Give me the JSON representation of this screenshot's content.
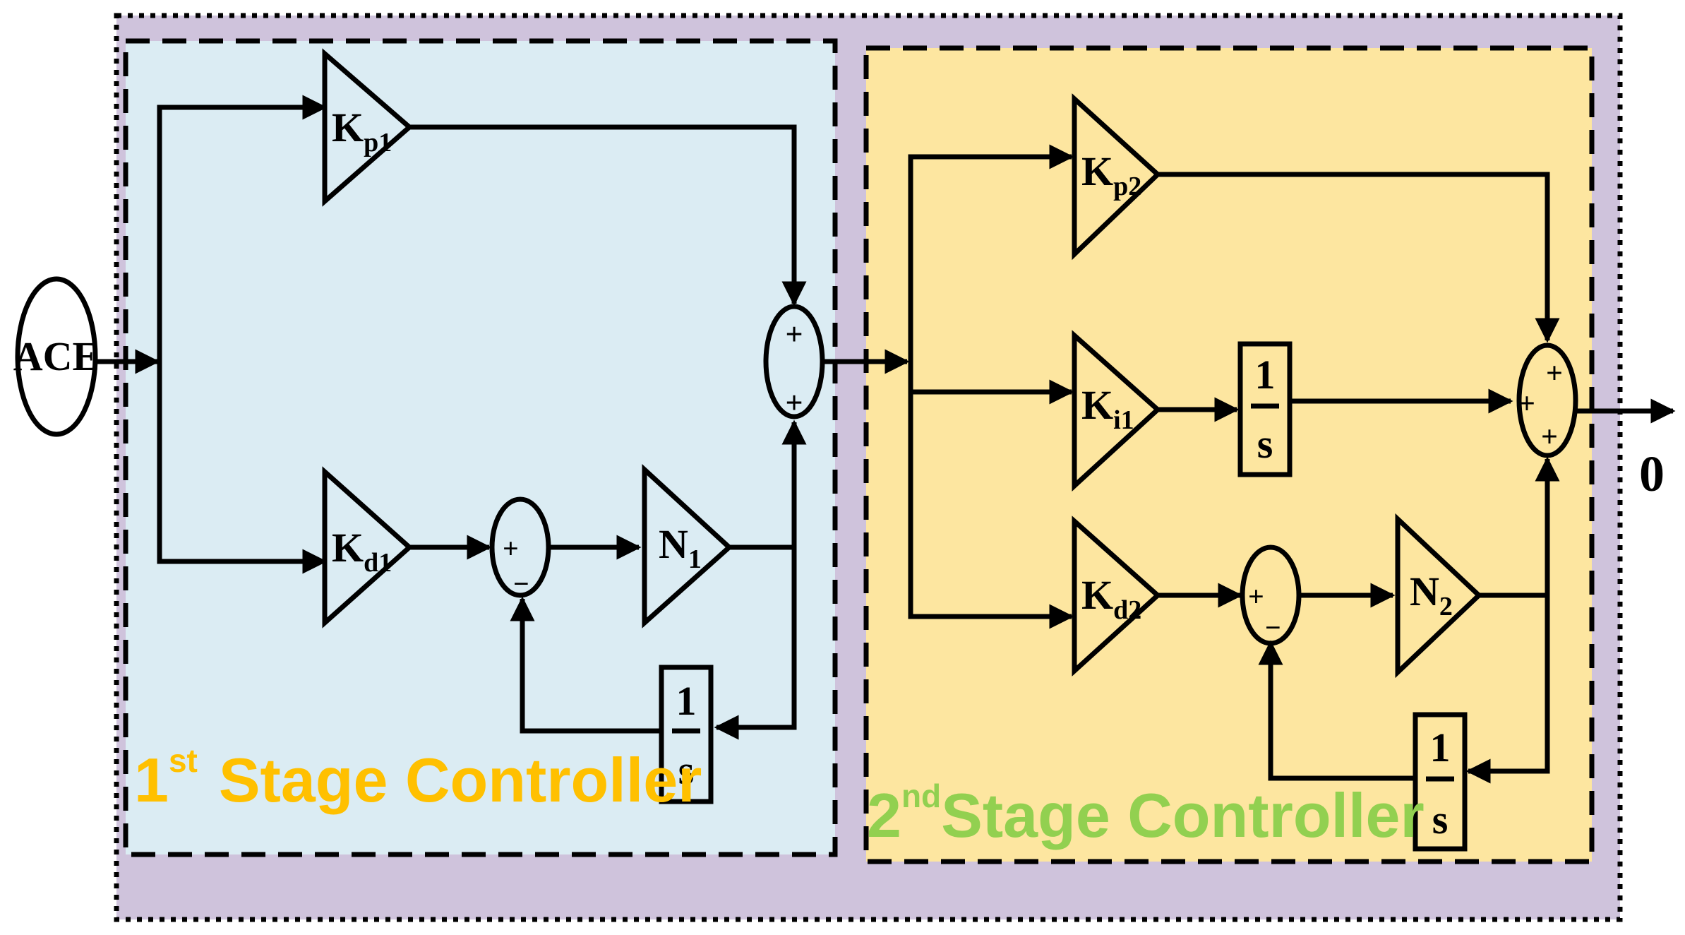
{
  "colors": {
    "outer_fill": "#cfc3dc",
    "stage1_fill": "#dbecf3",
    "stage2_fill": "#fde6a0",
    "stage1_text": "#ffc000",
    "stage2_text": "#92d050"
  },
  "input": {
    "label": "ACE"
  },
  "output": {
    "label": "0"
  },
  "stage1": {
    "title_num": "1",
    "title_sup": "st",
    "title_text": "Stage Controller",
    "kp": {
      "main": "K",
      "sub": "p1"
    },
    "kd": {
      "main": "K",
      "sub": "d1"
    },
    "n": {
      "main": "N",
      "sub": "1"
    },
    "integrator": {
      "num": "1",
      "den": "s"
    },
    "sum_out": {
      "top": "+",
      "bottom": "+"
    },
    "sum_fb": {
      "left": "+",
      "bottom": "−"
    }
  },
  "stage2": {
    "title_num": "2",
    "title_sup": "nd",
    "title_text": "Stage Controller",
    "kp": {
      "main": "K",
      "sub": "p2"
    },
    "ki": {
      "main": "K",
      "sub": "i1"
    },
    "kd": {
      "main": "K",
      "sub": "d2"
    },
    "n": {
      "main": "N",
      "sub": "2"
    },
    "integrator_i": {
      "num": "1",
      "den": "s"
    },
    "integrator_fb": {
      "num": "1",
      "den": "s"
    },
    "sum_out": {
      "top": "+",
      "left": "+",
      "bottom": "+"
    },
    "sum_fb": {
      "left": "+",
      "bottom": "−"
    }
  }
}
